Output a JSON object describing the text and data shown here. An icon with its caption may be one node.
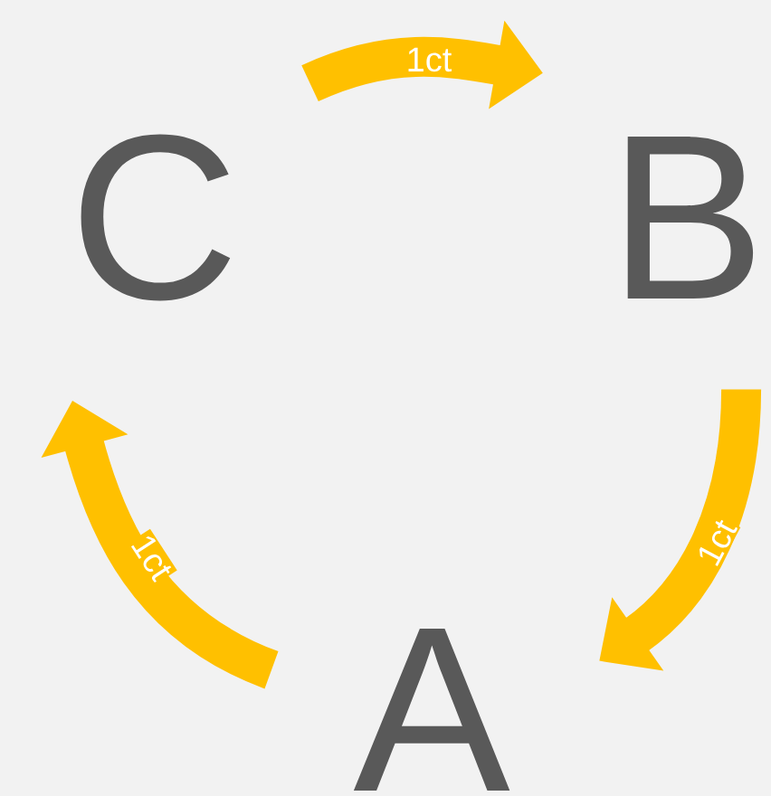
{
  "diagram": {
    "nodes": [
      {
        "text": [
          "C"
        ]
      },
      {
        "text": [
          "B"
        ]
      },
      {
        "text": [
          "A"
        ]
      }
    ],
    "edges": [
      {
        "from": 0,
        "to": 1,
        "arrow": "to",
        "label": "1ct"
      },
      {
        "from": 1,
        "to": 2,
        "arrow": "to",
        "label": "1ct"
      },
      {
        "from": 2,
        "to": 0,
        "arrow": "to",
        "label": "1ct"
      }
    ]
  }
}
